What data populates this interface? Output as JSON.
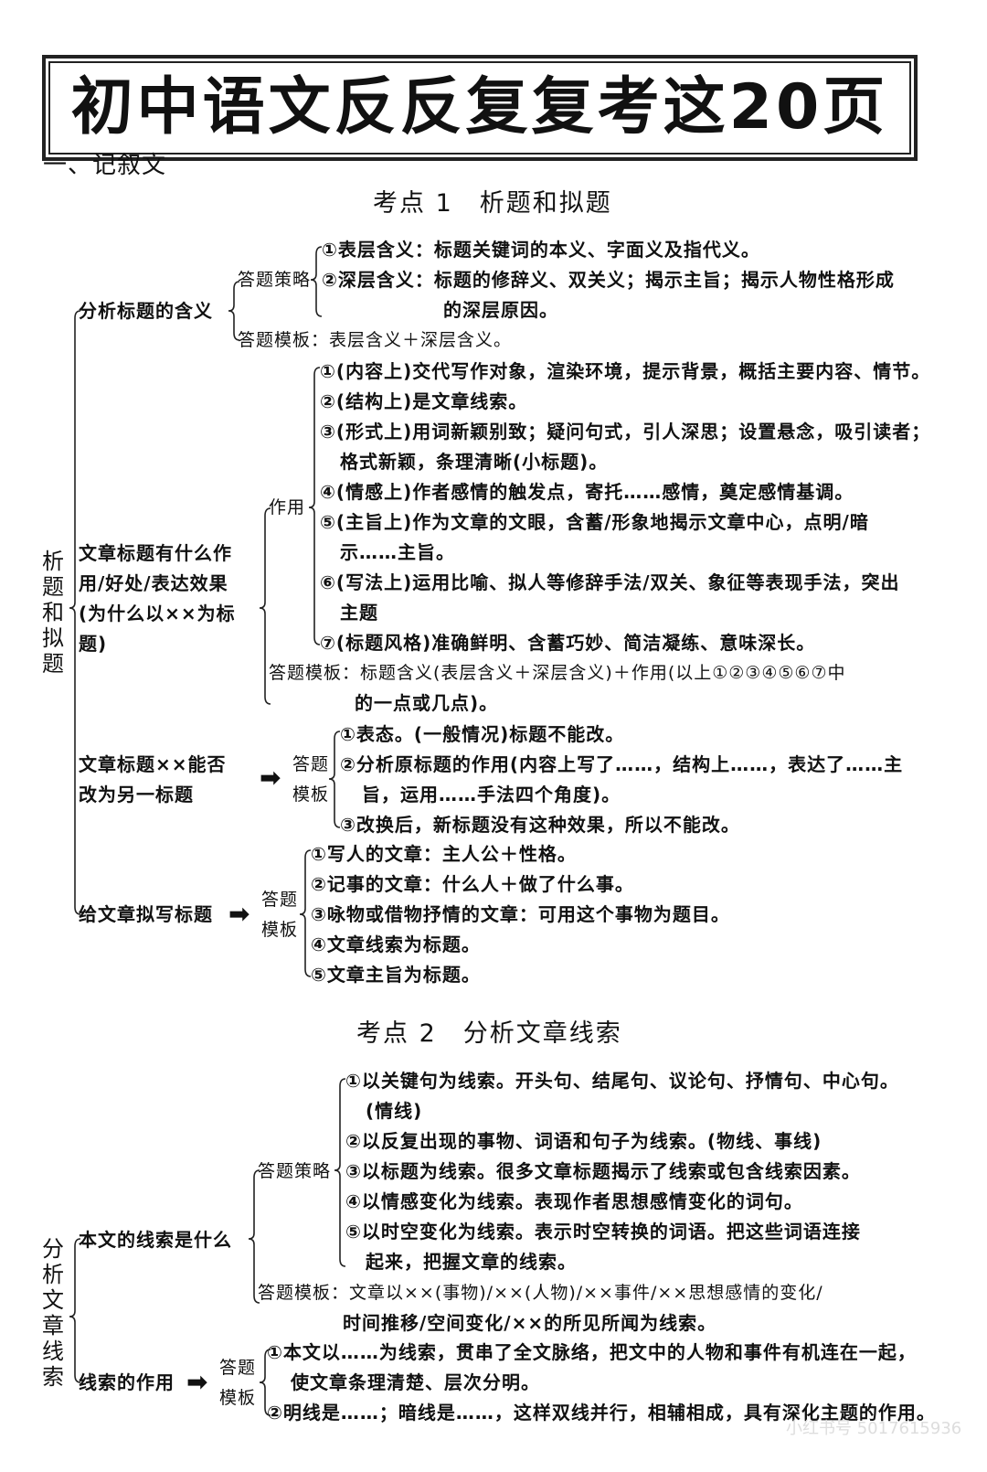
{
  "title": "初中语文反反复复考这20页",
  "section": "一、记叙文",
  "kaodian1": {
    "heading": "考点 1　析题和拟题",
    "side_label": "析题和拟题",
    "branch1": {
      "label": "分析标题的含义",
      "strategy_label": "答题策略",
      "strategy": [
        "①表层含义：标题关键词的本义、字面义及指代义。",
        "②深层含义：标题的修辞义、双关义；揭示主旨；揭示人物性格形成",
        "的深层原因。"
      ],
      "template": "答题模板：表层含义＋深层含义。"
    },
    "branch2": {
      "label": [
        "文章标题有什么作",
        "用/好处/表达效果",
        "(为什么以××为标",
        "题)"
      ],
      "effect_label": "作用",
      "effects": [
        "①(内容上)交代写作对象，渲染环境，提示背景，概括主要内容、情节。",
        "②(结构上)是文章线索。",
        "③(形式上)用词新颖别致；疑问句式，引人深思；设置悬念，吸引读者；",
        "格式新颖，条理清晰(小标题)。",
        "④(情感上)作者感情的触发点，寄托……感情，奠定感情基调。",
        "⑤(主旨上)作为文章的文眼，含蓄/形象地揭示文章中心，点明/暗",
        "示……主旨。",
        "⑥(写法上)运用比喻、拟人等修辞手法/双关、象征等表现手法，突出",
        "主题",
        "⑦(标题风格)准确鲜明、含蓄巧妙、简洁凝练、意味深长。"
      ],
      "template": [
        "答题模板：标题含义(表层含义＋深层含义)＋作用(以上①②③④⑤⑥⑦中",
        "的一点或几点)。"
      ]
    },
    "branch3": {
      "label": [
        "文章标题××能否",
        "改为另一标题"
      ],
      "arrow": "➡",
      "template_label": [
        "答题",
        "模板"
      ],
      "items": [
        "①表态。(一般情况)标题不能改。",
        "②分析原标题的作用(内容上写了……，结构上……，表达了……主",
        "旨，运用……手法四个角度)。",
        "③改换后，新标题没有这种效果，所以不能改。"
      ]
    },
    "branch4": {
      "label": "给文章拟写标题",
      "arrow": "➡",
      "template_label": [
        "答题",
        "模板"
      ],
      "items": [
        "①写人的文章：主人公＋性格。",
        "②记事的文章：什么人＋做了什么事。",
        "③咏物或借物抒情的文章：可用这个事物为题目。",
        "④文章线索为标题。",
        "⑤文章主旨为标题。"
      ]
    }
  },
  "kaodian2": {
    "heading": "考点 2　分析文章线索",
    "side_label": "分析文章线索",
    "branch1": {
      "label": "本文的线索是什么",
      "strategy_label": "答题策略",
      "strategy": [
        "①以关键句为线索。开头句、结尾句、议论句、抒情句、中心句。",
        "(情线)",
        "②以反复出现的事物、词语和句子为线索。(物线、事线)",
        "③以标题为线索。很多文章标题揭示了线索或包含线索因素。",
        "④以情感变化为线索。表现作者思想感情变化的词句。",
        "⑤以时空变化为线索。表示时空转换的词语。把这些词语连接",
        "起来，把握文章的线索。"
      ],
      "template": [
        "答题模板：文章以××(事物)/××(人物)/××事件/××思想感情的变化/",
        "时间推移/空间变化/××的所见所闻为线索。"
      ]
    },
    "branch2": {
      "label": "线索的作用",
      "arrow": "➡",
      "template_label": [
        "答题",
        "模板"
      ],
      "items": [
        "①本文以……为线索，贯串了全文脉络，把文中的人物和事件有机连在一起，",
        "使文章条理清楚、层次分明。",
        "②明线是……；暗线是……，这样双线并行，相辅相成，具有深化主题的作用。"
      ]
    }
  },
  "watermark": "小红书号 5017615936"
}
